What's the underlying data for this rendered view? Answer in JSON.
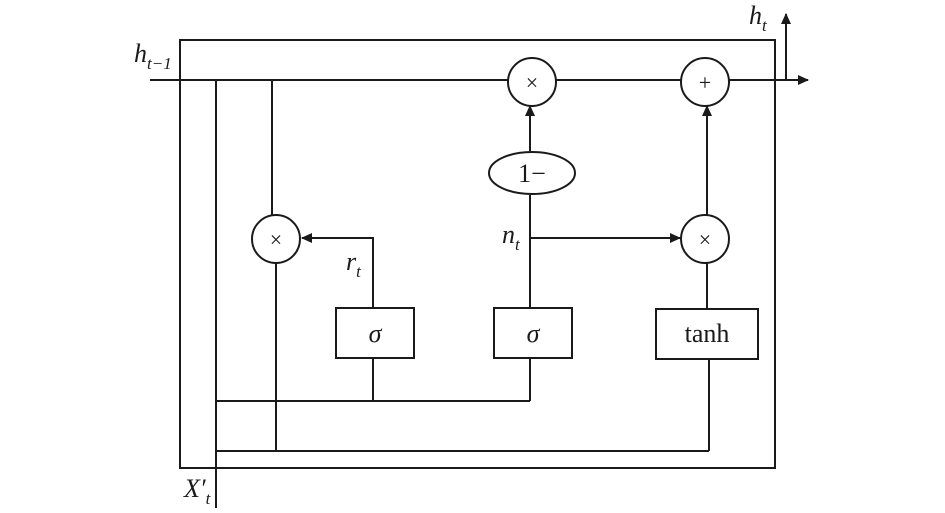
{
  "labels": {
    "h_prev_main": "h",
    "h_prev_sub": "t−1",
    "h_t_main": "h",
    "h_t_sub": "t",
    "x_main": "X′",
    "x_sub": "t",
    "r_main": "r",
    "r_sub": "t",
    "n_main": "n",
    "n_sub": "t"
  },
  "operators": {
    "multiply": "×",
    "add": "+",
    "one_minus": "1−"
  },
  "boxes": {
    "sigma_reset": "σ",
    "sigma_update": "σ",
    "tanh": "tanh"
  }
}
